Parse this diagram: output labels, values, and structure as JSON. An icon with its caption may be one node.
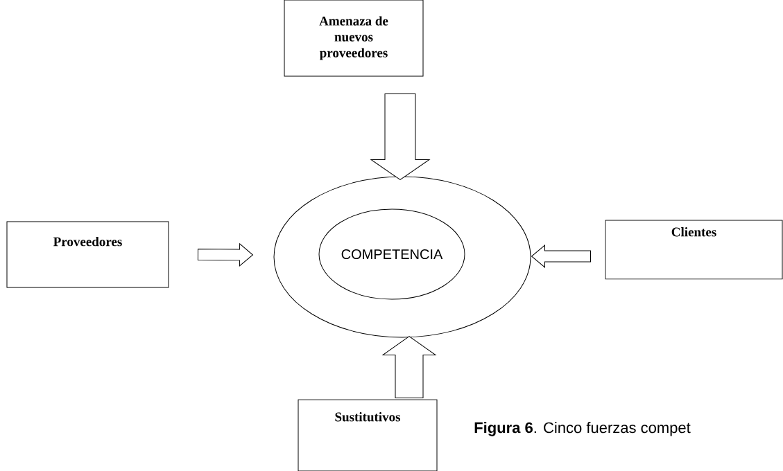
{
  "diagram": {
    "caption": "**Figura 6**. Cinco fuerzas compet",
    "nodes": [
      {
        "text": [
          "Amenaza de nuevos proveedores"
        ]
      },
      {
        "text": [
          "Proveedores"
        ]
      },
      {
        "text": [],
        "shape": "ellipse"
      },
      {
        "text": [
          "COMPETENCIA"
        ],
        "in": 2
      },
      {
        "text": [
          "Clientes"
        ]
      },
      {
        "text": [
          "Sustitutivos"
        ]
      }
    ],
    "edges": [
      {
        "from": 0,
        "to": 2,
        "arrow": "to"
      },
      {
        "from": 1,
        "to": 2,
        "arrow": "to"
      },
      {
        "from": 4,
        "to": 2,
        "arrow": "to"
      },
      {
        "from": 5,
        "to": 2,
        "arrow": "to"
      }
    ]
  }
}
